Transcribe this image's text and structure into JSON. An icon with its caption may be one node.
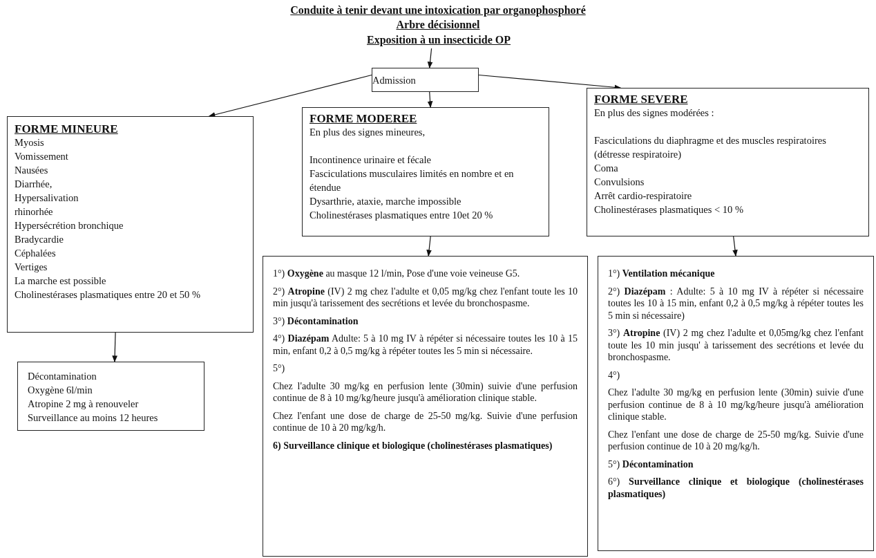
{
  "diagram": {
    "title": "Conduite à tenir devant une intoxication par organophosphoré",
    "labels": [
      "Arbre décisionnel"
    ],
    "nodes": [
      {
        "text": [
          "Exposition à un insecticide OP"
        ]
      },
      {
        "text": [
          "Admission"
        ]
      },
      {
        "text": [
          "FORME MINEURE",
          "Myosis",
          "Vomissement",
          "Nausées",
          "Diarrhée,",
          "Hypersalivation",
          "rhinorhée",
          "Hypersécrétion bronchique",
          "Bradycardie",
          "Céphalées",
          "Vertiges",
          "La marche est possible",
          "Cholinestérases plasmatiques entre 20 et 50 %"
        ]
      },
      {
        "text": [
          "FORME MODEREE",
          "En plus des signes mineures,",
          "Incontinence urinaire et fécale",
          "Fasciculations musculaires limités en nombre et en étendue",
          "Dysarthrie, ataxie, marche impossible",
          "Cholinestérases plasmatiques entre 10et 20 %"
        ]
      },
      {
        "text": [
          "FORME SEVERE",
          "En plus des signes modérées :",
          "Fasciculations du diaphragme et des muscles respiratoires (détresse respiratoire)",
          "Coma",
          "Convulsions",
          "Arrêt cardio-respiratoire",
          "Cholinestérases plasmatiques < 10 %"
        ]
      },
      {
        "text": [
          "Décontamination",
          "Oxygène 6l/min",
          "Atropine 2 mg à renouveler",
          "Surveillance au moins 12 heures"
        ]
      },
      {
        "text": [
          "1°) **Oxygène** au masque 12 l/min, Pose d'une voie veineuse G5.",
          "2°) **Atropine** (IV) 2 mg chez l'adulte et 0,05 mg/kg chez l'enfant toute les 10 min jusqu'à tarissement des secrétions et levée du bronchospasme.",
          "3°) **Décontamination**",
          "4°) **Diazépam** Adulte: 5 à 10 mg IV à répéter si nécessaire toutes les 10 à 15 min, enfant 0,2 à 0,5 mg/kg à répéter toutes les 5 min si nécessaire.",
          "5°)",
          "Chez l'adulte 30 mg/kg en perfusion lente (30min) suivie d'une perfusion continue de 8 à 10 mg/kg/heure jusqu'à amélioration clinique stable.",
          "Chez l'enfant une dose de charge de 25-50 mg/kg. Suivie d'une perfusion continue de 10 à 20 mg/kg/h.",
          "**6) Surveillance clinique et biologique (cholinestérases plasmatiques)**"
        ]
      },
      {
        "text": [
          "1°) **Ventilation mécanique**",
          "2°) **Diazépam** : Adulte: 5 à 10 mg IV à répéter si nécessaire toutes les 10 à 15 min, enfant 0,2 à 0,5 mg/kg à répéter toutes les 5 min si nécessaire)",
          "3°) **Atropine** (IV) 2 mg chez l'adulte et 0,05mg/kg chez l'enfant toute les 10 min jusqu' à tarissement des secrétions et levée du bronchospasme.",
          "4°)",
          "Chez l'adulte 30 mg/kg en perfusion lente (30min) suivie d'une perfusion continue de 8 à 10 mg/kg/heure jusqu'à amélioration clinique stable.",
          "Chez l'enfant une dose de charge de 25-50 mg/kg. Suivie d'une perfusion continue de 10 à 20 mg/kg/h.",
          "5°) **Décontamination**",
          "6°) **Surveillance clinique et biologique (cholinestérases plasmatiques)**"
        ]
      }
    ],
    "edges": [
      {
        "from": 0,
        "to": 1,
        "arrow": "to"
      },
      {
        "from": 1,
        "to": 2,
        "arrow": "to"
      },
      {
        "from": 1,
        "to": 3,
        "arrow": "to"
      },
      {
        "from": 1,
        "to": 4,
        "arrow": "to"
      },
      {
        "from": 2,
        "to": 5,
        "arrow": "to"
      },
      {
        "from": 3,
        "to": 6,
        "arrow": "to"
      },
      {
        "from": 4,
        "to": 7,
        "arrow": "to"
      }
    ]
  }
}
